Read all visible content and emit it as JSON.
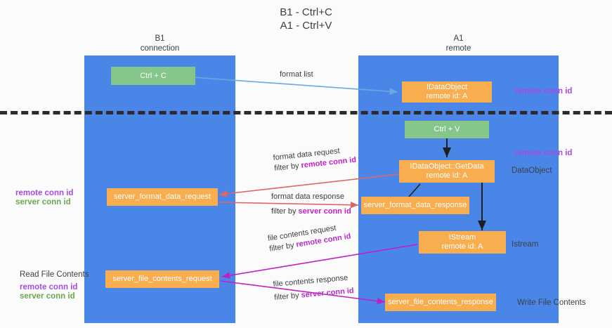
{
  "title": {
    "line1": "B1 - Ctrl+C",
    "line2": "A1 - Ctrl+V"
  },
  "columns": [
    {
      "name": "B1",
      "sub": "connection"
    },
    {
      "name": "A1",
      "sub": "remote"
    }
  ],
  "boxes": {
    "ctrl_c": {
      "line1": "Ctrl + C"
    },
    "idataobject": {
      "line1": "IDataObject",
      "line2": "remote id: A"
    },
    "ctrl_v": {
      "line1": "Ctrl + V"
    },
    "getdata": {
      "line1": "IDataObject::GetData",
      "line2": "remote id: A"
    },
    "server_format_data_request": {
      "line1": "server_format_data_request"
    },
    "server_format_data_response": {
      "line1": "server_format_data_response"
    },
    "istream": {
      "line1": "IStream",
      "line2": "remote id: A"
    },
    "server_file_contents_request": {
      "line1": "server_file_contents_request"
    },
    "server_file_contents_response": {
      "line1": "server_file_contents_response"
    }
  },
  "arrow_labels": {
    "format_list": "format list",
    "format_data_request": "format data request",
    "format_data_request_filter_prefix": "filter by ",
    "format_data_request_filter_key": "remote conn id",
    "format_data_response": "format data response",
    "format_data_response_filter_prefix": "filter by ",
    "format_data_response_filter_key": "server conn id",
    "file_contents_request": "file contents request",
    "file_contents_request_filter_prefix": "filter by ",
    "file_contents_request_filter_key": "remote conn id",
    "file_contents_response": "file contents response",
    "file_contents_response_filter_prefix": "filter by ",
    "file_contents_response_filter_key": "server conn id"
  },
  "side_labels": {
    "right_remote_conn_id_top": "remote conn id",
    "right_remote_conn_id_mid": "remote conn id",
    "right_dataobject": "DataObject",
    "right_istream": "Istream",
    "right_write_file_contents": "Write File Contents",
    "left_remote_conn_id_mid": "remote conn id",
    "left_server_conn_id_mid": "server conn id",
    "left_read_file_contents": "Read File Contents",
    "left_remote_conn_id_bottom": "remote conn id",
    "left_server_conn_id_bottom": "server conn id"
  },
  "colors": {
    "lane": "#4a86e8",
    "green_box": "#85c78b",
    "orange_box": "#f8ad4e",
    "blue_arrow": "#6fa8dc",
    "red_arrow": "#e06666",
    "magenta_arrow": "#c21fc2",
    "black_arrow": "#1f1f1f",
    "divider": "#2b2b2b",
    "magenta_text": "#a64ce0",
    "green_text": "#6aa84f"
  }
}
